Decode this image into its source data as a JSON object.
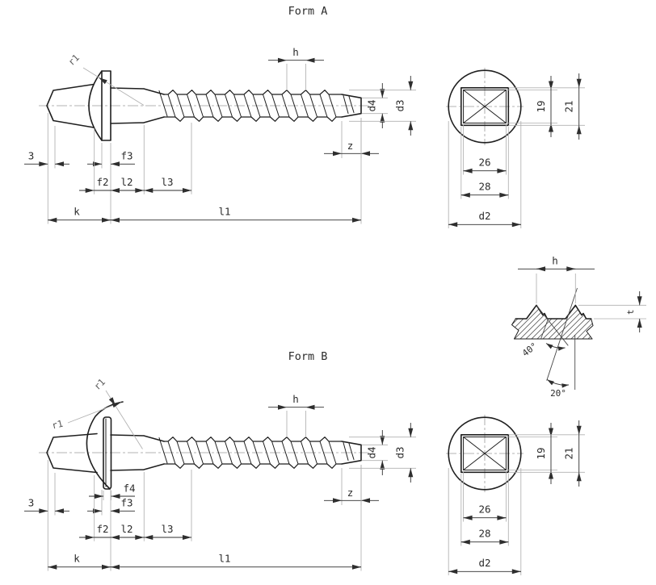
{
  "titles": {
    "form_a": "Form A",
    "form_b": "Form B"
  },
  "dims": {
    "h": "h",
    "d4": "d4",
    "d3": "d3",
    "z": "z",
    "chamfer": "3",
    "f2": "f2",
    "f3": "f3",
    "f4": "f4",
    "l2": "l2",
    "l3": "l3",
    "k": "k",
    "l1": "l1",
    "r1": "r1"
  },
  "end_view": {
    "inner_height": "19",
    "outer_height": "21",
    "inner_width": "26",
    "outer_width": "28",
    "diameter": "d2"
  },
  "detail": {
    "pitch": "h",
    "depth": "t",
    "flank_angle": "40°",
    "lead_angle": "20°"
  },
  "colors": {
    "object_line": "#1f1f1f",
    "dimension_line": "#2e2e2e",
    "extension_line": "#b0b0b0",
    "centerline": "#9a9a9a",
    "text": "#2b2b2b",
    "background": "#ffffff"
  }
}
